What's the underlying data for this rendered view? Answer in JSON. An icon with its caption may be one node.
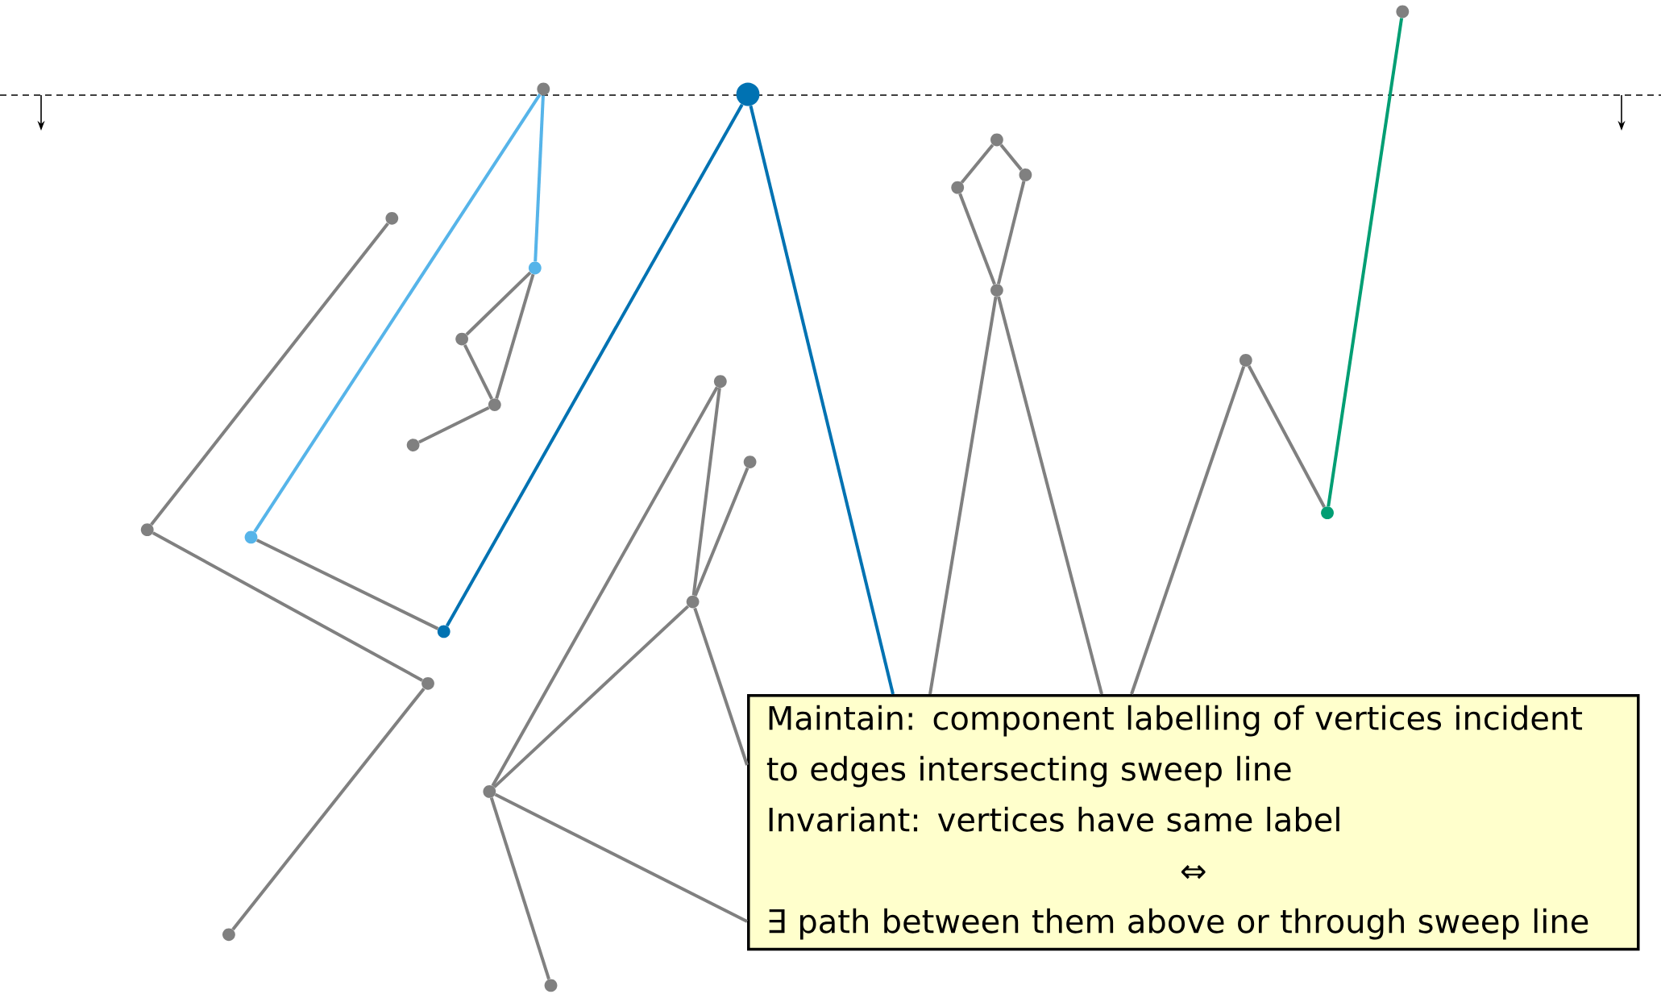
{
  "diagram": {
    "nodes": [
      {
        "text": [],
        "shape": "circle"
      },
      {
        "text": [],
        "shape": "circle"
      },
      {
        "text": [],
        "shape": "circle"
      },
      {
        "text": [],
        "shape": "circle"
      },
      {
        "text": [],
        "shape": "circle"
      },
      {
        "text": [],
        "shape": "circle"
      },
      {
        "text": [],
        "shape": "circle"
      },
      {
        "text": [],
        "shape": "circle"
      },
      {
        "text": [],
        "shape": "circle"
      },
      {
        "text": [],
        "shape": "circle"
      },
      {
        "text": [],
        "shape": "circle"
      },
      {
        "text": [],
        "shape": "circle"
      },
      {
        "text": [],
        "shape": "circle"
      },
      {
        "text": [],
        "shape": "circle"
      },
      {
        "text": [],
        "shape": "circle"
      },
      {
        "text": [],
        "shape": "circle"
      },
      {
        "text": [],
        "shape": "circle"
      },
      {
        "text": [],
        "shape": "circle"
      },
      {
        "text": [],
        "shape": "circle"
      },
      {
        "text": [],
        "shape": "circle"
      },
      {
        "text": [],
        "shape": "circle"
      },
      {
        "text": [],
        "shape": "circle"
      },
      {
        "text": [],
        "shape": "circle"
      },
      {
        "text": [],
        "shape": "circle"
      },
      {
        "text": [
          "Maintain: component labelling of vertices incident to edges intersecting sweep line",
          "Invariant: vertices have same label",
          "⇔",
          "∃ path between them above or through sweep line"
        ]
      }
    ],
    "edges": [
      {
        "from": 0,
        "to": 4,
        "arrow": "none",
        "color": "#56b4e9"
      },
      {
        "from": 0,
        "to": 16,
        "arrow": "none",
        "color": "#56b4e9"
      },
      {
        "from": 1,
        "to": 18,
        "arrow": "none",
        "color": "#0072b2"
      },
      {
        "from": 1,
        "to": 24,
        "arrow": "none",
        "color": "#0072b2"
      },
      {
        "from": 2,
        "to": 17,
        "arrow": "none",
        "color": "#009e73"
      },
      {
        "from": 3,
        "to": 15,
        "arrow": "none"
      },
      {
        "from": 15,
        "to": 20,
        "arrow": "none"
      },
      {
        "from": 20,
        "to": 22,
        "arrow": "none"
      },
      {
        "from": 16,
        "to": 18,
        "arrow": "none"
      },
      {
        "from": 4,
        "to": 8,
        "arrow": "none"
      },
      {
        "from": 4,
        "to": 10,
        "arrow": "none"
      },
      {
        "from": 8,
        "to": 10,
        "arrow": "none"
      },
      {
        "from": 10,
        "to": 11,
        "arrow": "none"
      },
      {
        "from": 5,
        "to": 6,
        "arrow": "none"
      },
      {
        "from": 5,
        "to": 7,
        "arrow": "none"
      },
      {
        "from": 6,
        "to": 9,
        "arrow": "none"
      },
      {
        "from": 7,
        "to": 9,
        "arrow": "none"
      },
      {
        "from": 9,
        "to": 24,
        "arrow": "none"
      },
      {
        "from": 9,
        "to": 24,
        "arrow": "none"
      },
      {
        "from": 14,
        "to": 24,
        "arrow": "none"
      },
      {
        "from": 14,
        "to": 17,
        "arrow": "none"
      },
      {
        "from": 12,
        "to": 21,
        "arrow": "none"
      },
      {
        "from": 12,
        "to": 19,
        "arrow": "none"
      },
      {
        "from": 13,
        "to": 19,
        "arrow": "none"
      },
      {
        "from": 19,
        "to": 21,
        "arrow": "none"
      },
      {
        "from": 19,
        "to": 24,
        "arrow": "none"
      },
      {
        "from": 21,
        "to": 23,
        "arrow": "none"
      },
      {
        "from": 21,
        "to": 24,
        "arrow": "none"
      }
    ]
  }
}
